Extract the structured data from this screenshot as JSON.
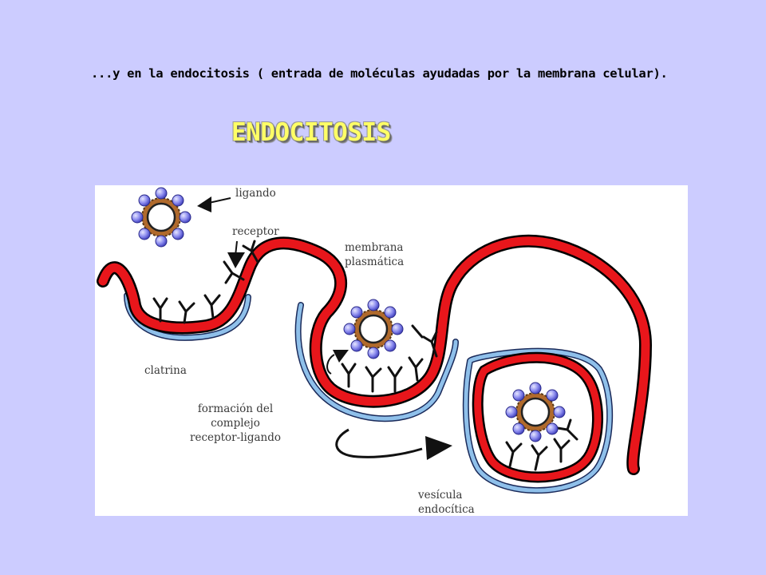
{
  "slide": {
    "intro_text": "...y en la endocitosis ( entrada de moléculas ayudadas por la membrana celular).",
    "title": "ENDOCITOSIS"
  },
  "diagram": {
    "labels": {
      "ligando": "ligando",
      "receptor": "receptor",
      "membrana_1": "membrana",
      "membrana_2": "plasmática",
      "clatrina": "clatrina",
      "formacion_1": "formación del",
      "formacion_2": "complejo",
      "formacion_3": "receptor-ligando",
      "vesicula_1": "vesícula",
      "vesicula_2": "endocítica"
    }
  },
  "colors": {
    "background": "#ccccff",
    "title": "#ffff66",
    "membrane": "#e8161b",
    "clathrin": "#7fb2e0",
    "ligand": "#7a7ae6",
    "vesicle_core": "#b36b2e"
  }
}
